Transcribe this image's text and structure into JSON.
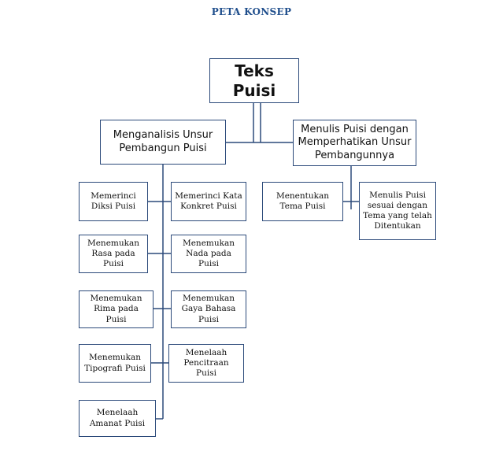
{
  "title": "PETA KONSEP",
  "root": {
    "label": "Teks Puisi"
  },
  "left_branch": {
    "label": "Menganalisis Unsur Pembangun Puisi",
    "left_column": [
      "Memerinci Diksi Puisi",
      "Menemukan Rasa pada Puisi",
      "Menemukan Rima pada Puisi",
      "Menemukan Tipografi Puisi",
      "Menelaah Amanat Puisi"
    ],
    "right_column": [
      "Memerinci Kata Konkret Puisi",
      "Menemukan Nada pada Puisi",
      "Menemukan Gaya Bahasa Puisi",
      "Menelaah Pencitraan Puisi"
    ]
  },
  "right_branch": {
    "label": "Menulis Puisi dengan Memperhatikan Unsur Pembangunnya",
    "children": [
      "Menentukan Tema Puisi",
      "Menulis Puisi sesuai dengan Tema yang telah Ditentukan"
    ]
  },
  "colors": {
    "title": "#1f4e8c",
    "border": "#2c4a7a"
  }
}
